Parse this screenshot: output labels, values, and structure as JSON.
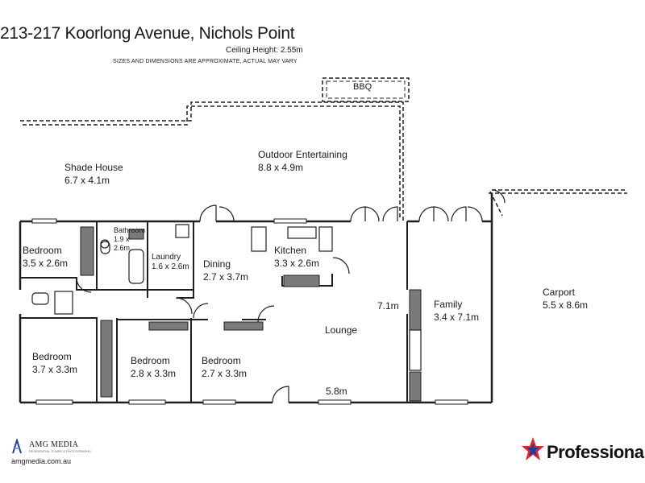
{
  "header": {
    "title": "213-217 Koorlong Avenue, Nichols Point",
    "ceiling": "Ceiling Height: 2.55m",
    "disclaimer": "SIZES AND DIMENSIONS ARE APPROXIMATE, ACTUAL MAY VARY"
  },
  "rooms": {
    "shade_house": {
      "name": "Shade House",
      "size": "6.7 x 4.1m"
    },
    "outdoor": {
      "name": "Outdoor Entertaining",
      "size": "8.8 x 4.9m"
    },
    "bbq": "BBQ",
    "bedroom_nw": {
      "name": "Bedroom",
      "size": "3.5 x 2.6m"
    },
    "bathroom": {
      "name": "Bathroom",
      "size1": "1.9 x",
      "size2": "2.6m"
    },
    "laundry": {
      "name": "Laundry",
      "size": "1.6 x 2.6m"
    },
    "dining": {
      "name": "Dining",
      "size": "2.7 x 3.7m"
    },
    "kitchen": {
      "name": "Kitchen",
      "size": "3.3 x 2.6m"
    },
    "lounge": {
      "name": "Lounge",
      "dim_v": "7.1m",
      "dim_h": "5.8m"
    },
    "family": {
      "name": "Family",
      "size": "3.4 x 7.1m"
    },
    "carport": {
      "name": "Carport",
      "size": "5.5 x 8.6m"
    },
    "bedroom_sw": {
      "name": "Bedroom",
      "size": "3.7 x 3.3m"
    },
    "bedroom_2": {
      "name": "Bedroom",
      "size": "2.8 x 3.3m"
    },
    "bedroom_3": {
      "name": "Bedroom",
      "size": "2.7 x 3.3m"
    }
  },
  "footer": {
    "amg_name": "AMG MEDIA",
    "amg_tag": "RESIDENTIAL TOURS & PHOTOGRAPHY",
    "amg_url": "amgmedia.com.au",
    "brand": "Professiona"
  },
  "colors": {
    "wall": "#1f1f1f",
    "fixture": "#7a7a7a",
    "brand_red": "#e2262b",
    "brand_blue": "#1c3f94"
  }
}
